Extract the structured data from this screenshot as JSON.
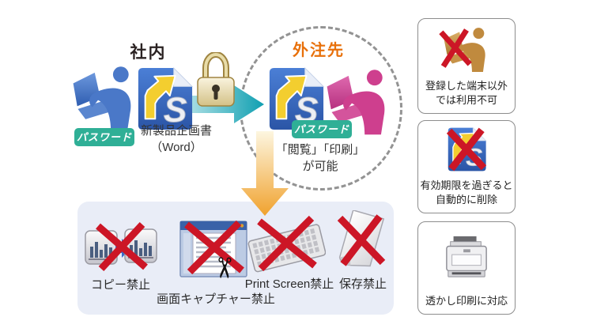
{
  "colors": {
    "accent_teal": "#12a3b4",
    "badge_green": "#2faf96",
    "external_orange": "#e8700a",
    "pink": "#ce3f8e",
    "doc_blue": "#3a6bc9",
    "prohibit_red": "#cc1626",
    "gold": "#c08a3e",
    "panel_lavender": "#e9edf7"
  },
  "ts_logo_letter": "S",
  "icons": {
    "scissors_glyph": "✂"
  },
  "internal": {
    "title": "社内",
    "password_badge": "パスワード",
    "document_name": "新製品企画書",
    "document_format": "（Word）"
  },
  "external": {
    "title": "外注先",
    "password_badge": "パスワード",
    "permissions_line1": "「閲覧」「印刷」",
    "permissions_line2": "が可能"
  },
  "restrictions": {
    "items": [
      {
        "label": "コピー禁止"
      },
      {
        "label": "画面キャプチャー禁止"
      },
      {
        "label": "Print Screen禁止"
      },
      {
        "label": "保存禁止"
      }
    ]
  },
  "features": [
    {
      "line1": "登録した端末以外",
      "line2": "では利用不可"
    },
    {
      "line1": "有効期限を過ぎると",
      "line2": "自動的に削除"
    },
    {
      "line1": "透かし印刷に対応"
    }
  ]
}
